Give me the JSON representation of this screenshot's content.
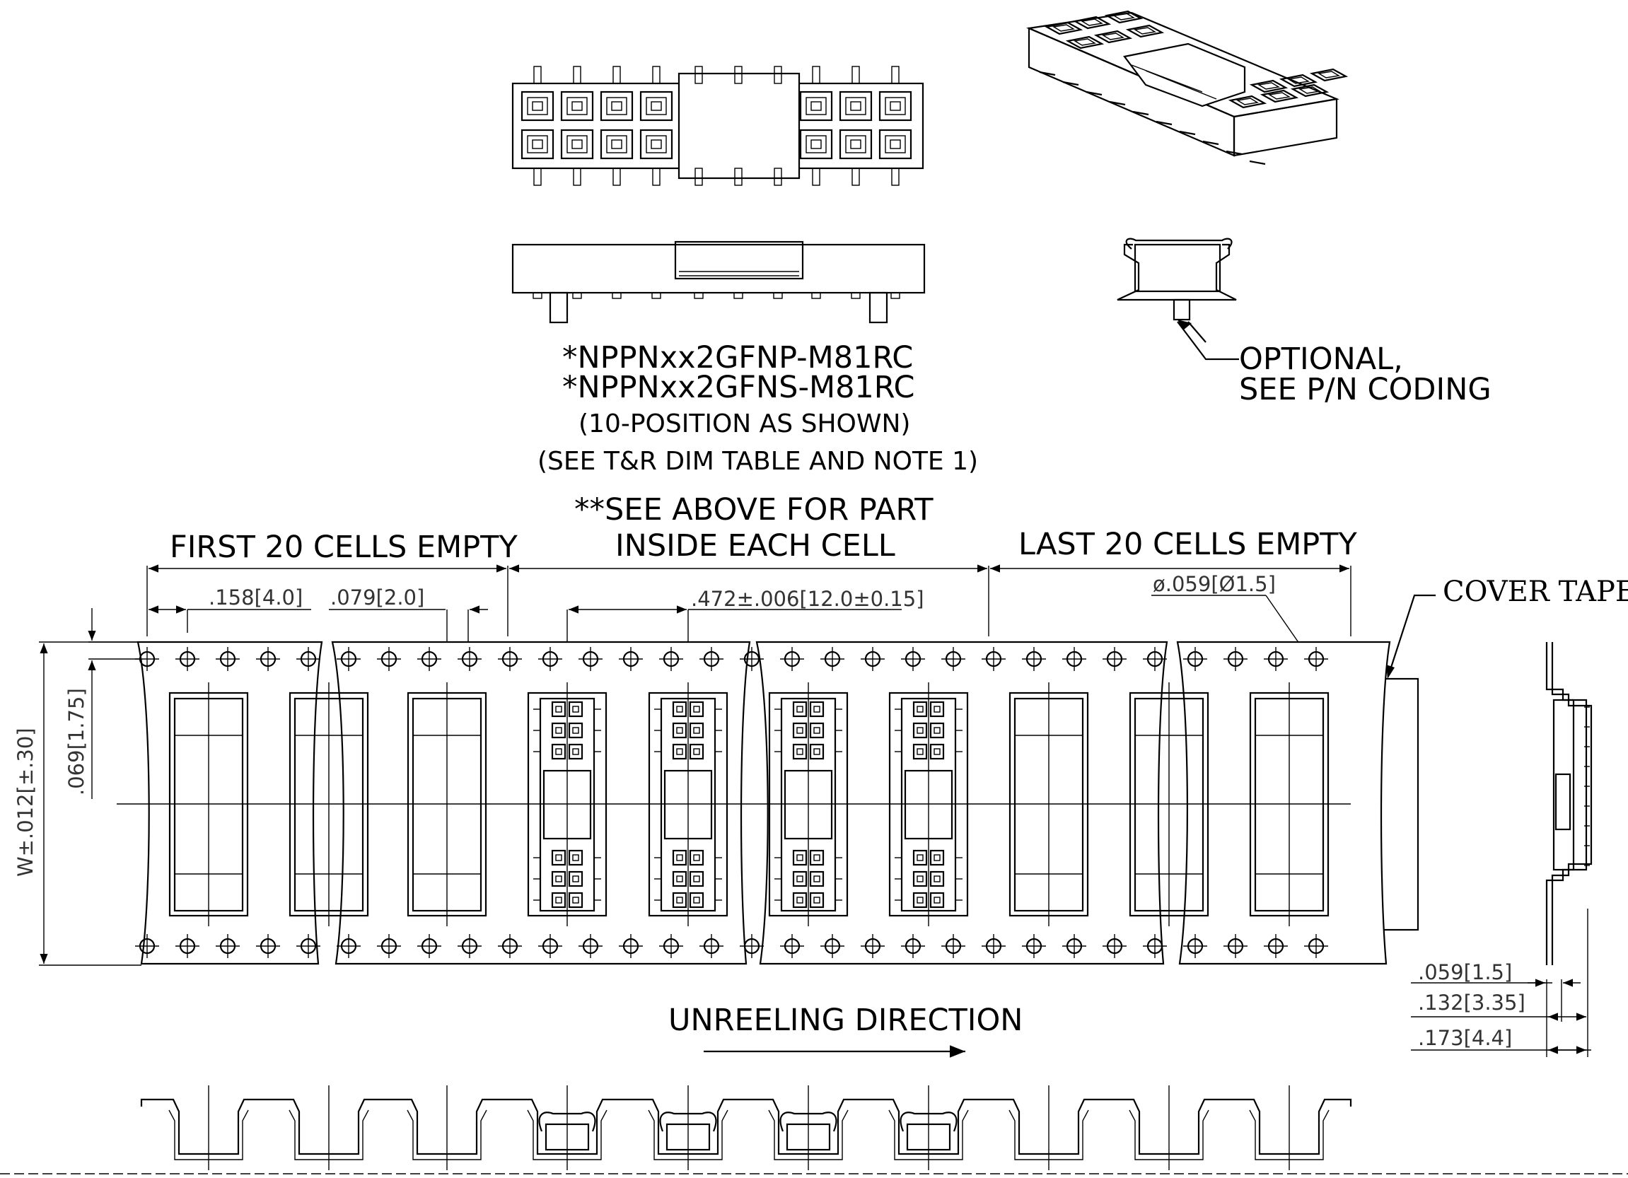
{
  "callouts": {
    "part_line1": "*NPPNxx2GFNP-M81RC",
    "part_line2": "*NPPNxx2GFNS-M81RC",
    "positions_note": "(10-POSITION AS SHOWN)",
    "table_note": "(SEE T&R DIM TABLE AND NOTE 1)",
    "optional_line1": "OPTIONAL,",
    "optional_line2": "SEE P/N CODING",
    "see_above_line1": "**SEE ABOVE FOR PART",
    "see_above_line2": "INSIDE EACH CELL",
    "first_cells": "FIRST 20 CELLS EMPTY",
    "last_cells": "LAST 20 CELLS EMPTY",
    "cover_tape": "COVER TAPE",
    "unreeling": "UNREELING DIRECTION"
  },
  "dimensions": {
    "hole_pitch": ".158[4.0]",
    "hole_to_cell": ".079[2.0]",
    "cell_pitch": ".472±.006[12.0±0.15]",
    "hole_diameter": "ø.059[Ø1.5]",
    "edge_to_hole": ".069[1.75]",
    "tape_width": "W±.012[±.30]",
    "tape_thickness": ".059[1.5]",
    "pocket_depth": ".132[3.35]",
    "overall_depth": ".173[4.4]"
  }
}
